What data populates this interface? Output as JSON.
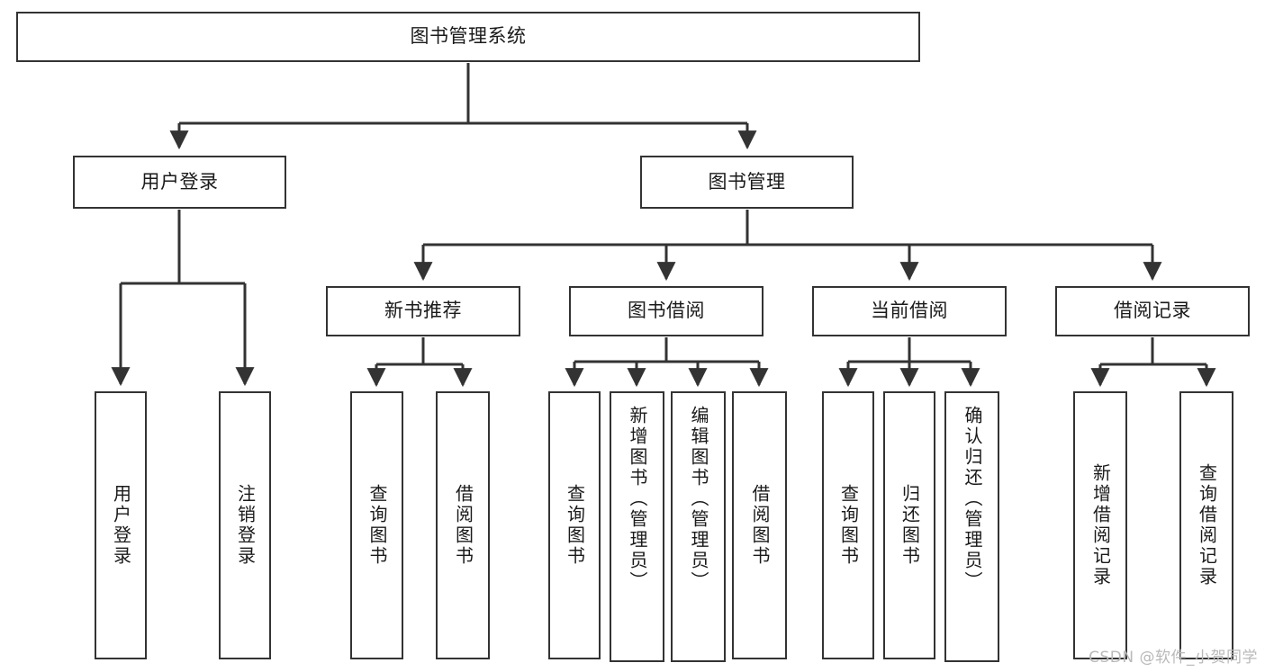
{
  "diagram": {
    "type": "tree-hierarchy",
    "title": "图书管理系统",
    "watermark": "CSDN @软件_小贺同学",
    "colors": {
      "box_border": "#333333",
      "box_fill": "#ffffff",
      "connector": "#333333",
      "text": "#1a1a1a",
      "watermark": "#b9b9b9"
    },
    "nodes": {
      "root": {
        "label": "图书管理系统"
      },
      "level2": [
        {
          "id": "user-login",
          "label": "用户登录"
        },
        {
          "id": "book-manage",
          "label": "图书管理"
        }
      ],
      "level3": [
        {
          "id": "new-book-rec",
          "label": "新书推荐"
        },
        {
          "id": "book-borrow",
          "label": "图书借阅"
        },
        {
          "id": "current-borrow",
          "label": "当前借阅"
        },
        {
          "id": "borrow-record",
          "label": "借阅记录"
        }
      ],
      "leaves": {
        "user-login": [
          {
            "id": "leaf-user-login",
            "label": "用户登录"
          },
          {
            "id": "leaf-logout",
            "label": "注销登录"
          }
        ],
        "new-book-rec": [
          {
            "id": "leaf-query-book-1",
            "label": "查询图书"
          },
          {
            "id": "leaf-borrow-book-1",
            "label": "借阅图书"
          }
        ],
        "book-borrow": [
          {
            "id": "leaf-query-book-2",
            "label": "查询图书"
          },
          {
            "id": "leaf-add-book",
            "label": "新增图书（管理员）"
          },
          {
            "id": "leaf-edit-book",
            "label": "编辑图书（管理员）"
          },
          {
            "id": "leaf-borrow-book-2",
            "label": "借阅图书"
          }
        ],
        "current-borrow": [
          {
            "id": "leaf-query-book-3",
            "label": "查询图书"
          },
          {
            "id": "leaf-return-book",
            "label": "归还图书"
          },
          {
            "id": "leaf-confirm-return",
            "label": "确认归还（管理员）"
          }
        ],
        "borrow-record": [
          {
            "id": "leaf-add-record",
            "label": "新增借阅记录"
          },
          {
            "id": "leaf-query-record",
            "label": "查询借阅记录"
          }
        ]
      }
    }
  }
}
